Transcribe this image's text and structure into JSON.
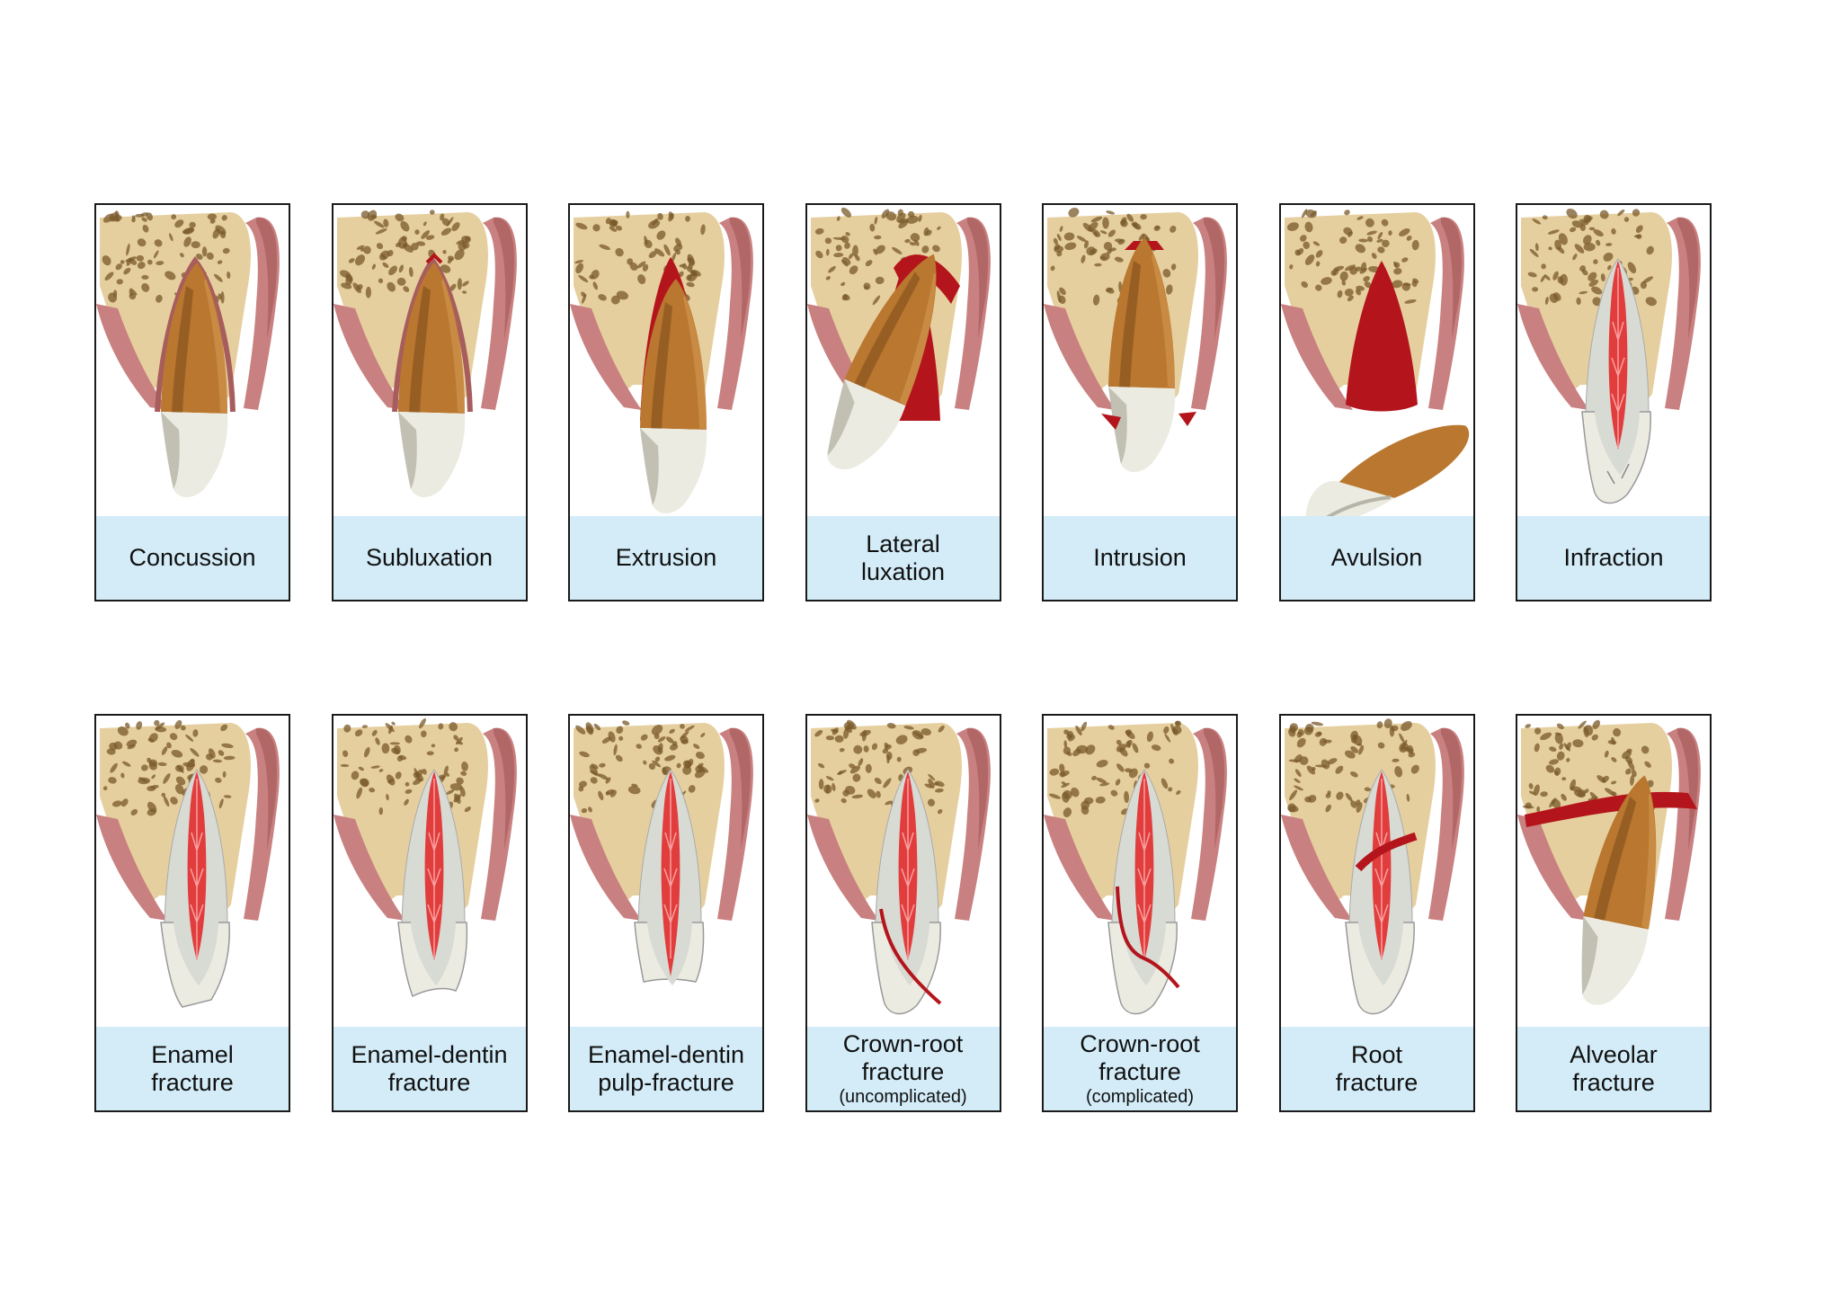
{
  "colors": {
    "bone": "#e6cf9f",
    "bone_spots": "#7a5a2a",
    "gum": "#c98080",
    "gum_dark": "#a85d5d",
    "root": "#b9772f",
    "root_dark": "#6e4116",
    "enamel": "#ecebe2",
    "dentin": "#d8dad4",
    "pulp": "#e23d3d",
    "blood": "#b4151c",
    "caption_bg": "#d3ecf8",
    "border": "#1a1a1a"
  },
  "panels": [
    {
      "kind": "concussion",
      "lines": [
        "Concussion"
      ],
      "note": ""
    },
    {
      "kind": "subluxation",
      "lines": [
        "Subluxation"
      ],
      "note": ""
    },
    {
      "kind": "extrusion",
      "lines": [
        "Extrusion"
      ],
      "note": ""
    },
    {
      "kind": "lateral",
      "lines": [
        "Lateral",
        "luxation"
      ],
      "note": ""
    },
    {
      "kind": "intrusion",
      "lines": [
        "Intrusion"
      ],
      "note": ""
    },
    {
      "kind": "avulsion",
      "lines": [
        "Avulsion"
      ],
      "note": ""
    },
    {
      "kind": "infraction",
      "lines": [
        "Infraction"
      ],
      "note": ""
    },
    {
      "kind": "enamel",
      "lines": [
        "Enamel",
        "fracture"
      ],
      "note": ""
    },
    {
      "kind": "enamel_dentin",
      "lines": [
        "Enamel-dentin",
        "fracture"
      ],
      "note": ""
    },
    {
      "kind": "enamel_dentin_pulp",
      "lines": [
        "Enamel-dentin",
        "pulp-fracture"
      ],
      "note": ""
    },
    {
      "kind": "crown_root_unc",
      "lines": [
        "Crown-root",
        "fracture"
      ],
      "note": "(uncomplicated)"
    },
    {
      "kind": "crown_root_comp",
      "lines": [
        "Crown-root",
        "fracture"
      ],
      "note": "(complicated)"
    },
    {
      "kind": "root",
      "lines": [
        "Root",
        "fracture"
      ],
      "note": ""
    },
    {
      "kind": "alveolar",
      "lines": [
        "Alveolar",
        "fracture"
      ],
      "note": ""
    }
  ]
}
